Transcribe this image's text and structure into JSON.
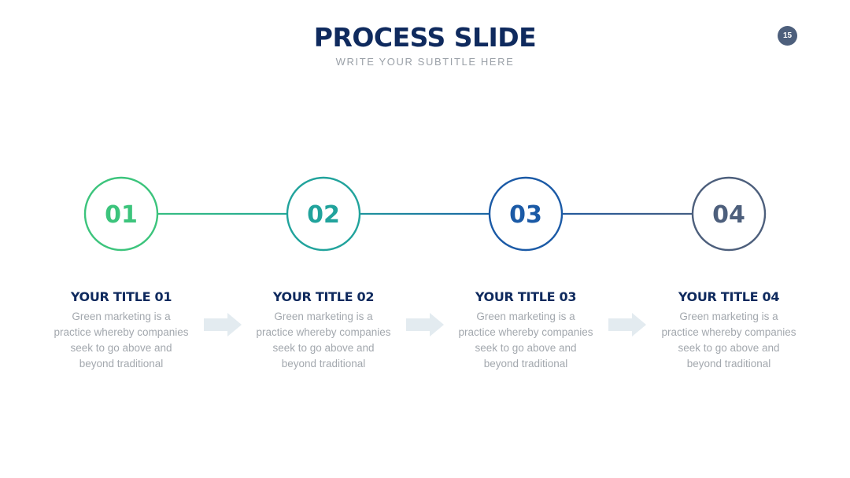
{
  "header": {
    "title": "PROCESS SLIDE",
    "subtitle": "WRITE YOUR SUBTITLE HERE",
    "page_number": "15"
  },
  "steps": [
    {
      "number": "01",
      "title": "YOUR TITLE 01",
      "description": "Green marketing is a practice whereby companies seek to go above and beyond traditional",
      "color": "#3cc47c"
    },
    {
      "number": "02",
      "title": "YOUR TITLE 02",
      "description": "Green marketing is a practice whereby companies seek to go above and beyond traditional",
      "color": "#21a39c"
    },
    {
      "number": "03",
      "title": "YOUR TITLE 03",
      "description": "Green marketing is a practice whereby companies seek to go above and beyond traditional",
      "color": "#1b5aa6"
    },
    {
      "number": "04",
      "title": "YOUR TITLE 04",
      "description": "Green marketing is a practice whereby companies seek to go above and beyond traditional",
      "color": "#4d5f7c"
    }
  ],
  "colors": {
    "title": "#0f2a5e",
    "subtitle": "#9ba1a8",
    "badge": "#4d5f7c",
    "arrow": "#e3ebf0",
    "description": "#a3a8ae"
  },
  "icons": {
    "arrow": "arrow-right-icon"
  }
}
